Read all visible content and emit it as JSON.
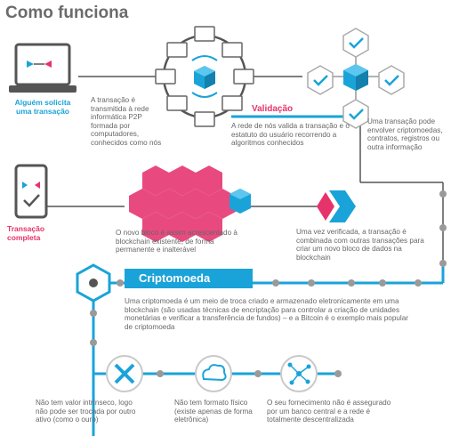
{
  "title": "Como funciona",
  "step1": {
    "label": "Alguém solicita uma transação",
    "desc": "A transação é transmitida à rede informática P2P formada por computadores, conhecidos como nós"
  },
  "validation": {
    "label": "Validação",
    "desc": "A rede de nós valida a transação e o estatuto do usuário recorrendo a algoritmos conhecidos",
    "side": "Uma transação pode envolver criptomoedas, contratos, registros ou outra informação"
  },
  "combine": {
    "desc": "Uma vez verificada, a transação é combinada com outras transações para criar um novo bloco de dados na blockchain"
  },
  "block": {
    "desc": "O novo bloco é assim acrescentado à blockchain existente, de forma permanente e inalterável"
  },
  "complete": {
    "label": "Transação completa"
  },
  "crypto": {
    "label": "Criptomoeda",
    "desc": "Uma criptomoeda é um meio de troca criado e armazenado eletronicamente em uma blockchain (são usadas técnicas de encriptação para controlar a criação de unidades monetárias e verificar a transferência de fundos) – e a Bitcoin é o exemplo mais popular de criptomoeda"
  },
  "features": [
    {
      "text": "Não tem valor intrínseco, logo não pode ser trocada por outro ativo (como o ouro)"
    },
    {
      "text": "Não tem formato físico (existe apenas de forma eletrônica)"
    },
    {
      "text": "O seu fornecimento não é assegurado por um banco central e a rede é totalmente descentralizada"
    }
  ],
  "colors": {
    "blue": "#1aa3d9",
    "pink": "#e6336b",
    "gray": "#6b6b6b",
    "line": "#555555"
  }
}
